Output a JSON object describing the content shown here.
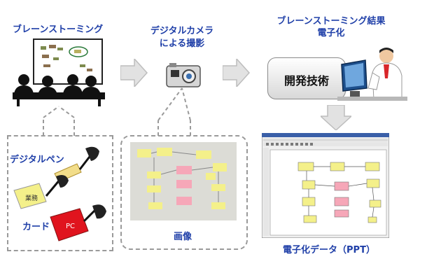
{
  "stages": {
    "brainstorming": "ブレーンストーミング",
    "camera_line1": "デジタルカメラ",
    "camera_line2": "による撮影",
    "result_line1": "ブレーンストーミング結果",
    "result_line2": "電子化"
  },
  "tools": {
    "digital_pen": "デジタルペン",
    "card": "カード",
    "card_note1": "業務",
    "card_note2": "PC"
  },
  "image_label": "画像",
  "tech_label": "開発技術",
  "output_label": "電子化データ（PPT）",
  "colors": {
    "label_blue": "#1f3fa8",
    "arrow_gray": "#c8c8c8",
    "dash_gray": "#9a9a9a",
    "sticky_yellow": "#f4f08a",
    "sticky_pink": "#f6a7b8",
    "card_red": "#e0141e"
  }
}
